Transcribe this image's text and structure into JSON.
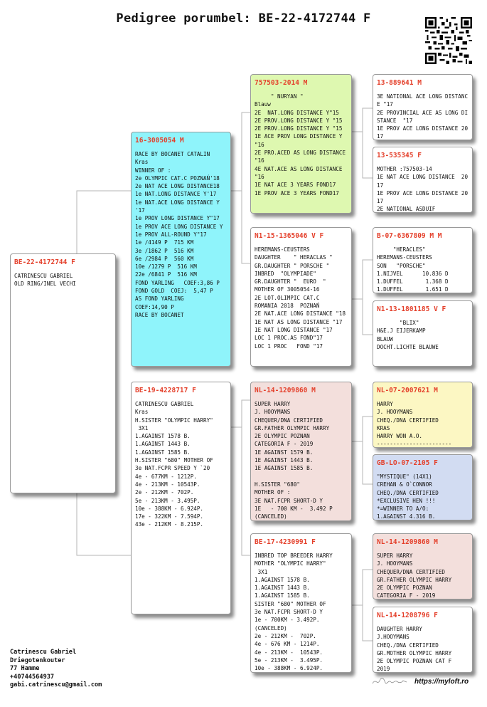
{
  "title": "Pedigree porumbel: BE-22-4172744 F",
  "cards": {
    "subject": {
      "code": "BE-22-4172744 F",
      "body": "CATRINESCU GABRIEL\nOLD RING/INEL VECHI"
    },
    "sire": {
      "code": "16-3005054 M",
      "body": "RACE BY BOCANET CATALIN\nKras\nWINNER OF :\n2e OLYMPIC CAT.C POZNAŃ'18\n2e NAT ACE LONG DISTANCE18\n1e NAT.LONG DISTANCE Y'17\n1e NAT.ACE LONG DISTANCE Y '17\n1e PROV LONG DISTANCE Y\"17\n1e PROV ACE LONG DISTANCE Y\n1e PROV ALL-ROUND Y\"17\n1e /4149 P  715 KM\n3e /1862 P  516 KM\n6e /2984 P  560 KM\n10e /1279 P  516 KM\n22e /6841 P  516 KM\nFOND YARLING   COEF:3,86 P\nFOND GOLD  COEJ:  5,47 P\nAS FOND YARLING\nCOEF:14,90 P\nRACE BY BOCANET"
    },
    "dam": {
      "code": "BE-19-4228717 F",
      "body": "CATRINESCU GABRIEL\nKras\nH.SISTER \"OLYMPIC HARRY\"\n 3X1\n1.AGAINST 1578 B.\n1.AGAINST 1443 B.\n1.AGAINST 1585 B.\nH.SISTER \"680\" MOTHER OF\n3e NAT.FCPR SPEED Y `20\n4e - 677KM - 1212P.\n4e - 213KM - 10543P.\n2e - 212KM - 702P.\n5e - 213KM - 3.495P.\n10e - 388KM - 6.924P.\n17e - 322KM - 7.594P.\n43e - 212KM - 8.215P."
    },
    "ss": {
      "code": "757503-2014 M",
      "body": "     \" NURYAN \"\nBlauw\n2E  NAT.LONG DISTANCE Y\"15\n2E PROV.LONG DISTANCE Y \"15\n2E PROV.LONG DISTANCE Y \"15\n1E ACE PROV LONG DISTANCE Y \"16\n2E PRO.ACED AS LONG DISTANCE \"16\n4E NAT.ACE AS LONG DISTANCE \"16\n1E NAT ACE 3 YEARS FOND17\n1E PROV ACE 3 YEARS FOND17"
    },
    "sd": {
      "code": "N1-15-1365046 V F",
      "body": "HEREMANS-CEUSTERS\nDAUGHTER    \" HERACLAS \"\nGR.DAUGHTER \" PORSCHE \"\nINBRED  \"OLYMPIADE\"\nGR.DAUGHTER \"  EURO  \"\nMOTHER OF 3005054-16\n2E LOT.OLIMPIC CAT.C\nROMANIA 2018  POZNAŃ\n2E NAT.ACE LONG DISTANCE \"18\n1E NAT AS LONG DISTANCE \"17\n1E NAT LONG DISTANCE \"17\nLOC 1 PROC.AS FOND\"17\nLOC 1 PROC   FOND \"17"
    },
    "ds": {
      "code": "NL-14-1209860 M",
      "body": "SUPER HARRY\nJ. HOOYMANS\nCHEQUER/DNA CERTIFIED\nGR.FATHER OLYMPIC HARRY\n2E OLYMPIC POZNAN\nCATEGORIA F - 2019\n1E AGAINST 1579 B.\n1E AGAINST 1443 B.\n1E AGAINST 1585 B.\n\nH.SISTER \"680\"\nMOTHER OF :\n3E NAT.FCPR SHORT-D Y\n1E   - 700 KM -  3.492 P\n(CANCELED)"
    },
    "dd": {
      "code": "BE-17-4230991 F",
      "body": "INBRED TOP BREEDER HARRY\nMOTHER \"OLYMPIC HARRY\"\n 3X1\n1.AGAINST 1578 B.\n1.AGAINST 1443 B.\n1.AGAINST 1585 B.\nSISTER \"680\" MOTHER OF\n3e NAT.FCPR SHORT-D Y\n1e - 700KM - 3.492P.\n(CANCELED)\n2e - 212KM -  702P.\n4e - 676 KM - 1214P.\n4e - 213KM -  10543P.\n5e - 213KM -  3.495P.\n10e - 388KM - 6.924P."
    },
    "sss": {
      "code": "13-889641 M",
      "body": "3E NATIONAL ACE LONG DISTANCE \"17\n2E PROVINCIAL ACE AS LONG DISTANCE  \"17\n1E PROV ACE LONG DISTANCE 2017"
    },
    "ssd": {
      "code": "13-535345 F",
      "body": "MOTHER :757503-14\n1E NAT ACE LONG DISTANCE  2017\n1E PROV ACE LONG DISTANCE 2017\n2E NATIONAL ASDUIF"
    },
    "sds": {
      "code": "B-07-6367809 M M",
      "body": "     \"HERACLES\"\nHEREMANS-CEUSTERS\nSON   \"PORSCHE\"\n1.NIJVEL      10.836 D\n1.DUFFEL       1.368 D\n1.DUFFEL       1.651 D"
    },
    "sdd": {
      "code": "N1-13-1801185 V F",
      "body": "       \"BLIX\"\nH&E.J EIJERKAMP\nBLAUW\nDOCHT.LICHTE BLAUWE"
    },
    "dss": {
      "code": "NL-07-2007621 M",
      "body": "HARRY\nJ. HOOYMANS\nCHEQ./DNA CERTIFIED\nKRAS\nHARRY WON A.O.\n-----------------------"
    },
    "dsd": {
      "code": "GB-LO-07-2105 F",
      "body": "\"MYSTIQUE\" (14X1)\nCREHAN & O`CONNOR\nCHEQ./DNA CERTIFIED\n*EXCLUSIVE HEN !!!\n*=WINNER TO A/O:\n1.AGAINST 4.316 B."
    },
    "dds": {
      "code": "NL-14-1209860 M",
      "body": "SUPER HARRY\nJ. HOOYMANS\nCHEQUER/DNA CERTIFIED\nGR.FATHER OLYMPIC HARRY\n2E OLYMPIC POZNAN\nCATEGORIA F - 2019"
    },
    "ddd": {
      "code": "NL-14-1208796 F",
      "body": "DAUGHTER HARRY\nJ.HOOYMANS\nCHEQ./DNA CERTIFIED\nGR.MOTHER OLYMPIC HARRY\n2E OLYMPIC POZNAN CAT F\n2019"
    }
  },
  "owner": {
    "name": "Catrinescu Gabriel",
    "street": "Driegotenkouter",
    "city": "77 Hamme",
    "phone": "+40744564937",
    "email": "gabi.catrinescu@gmail.com"
  },
  "website": "https://myloft.ro",
  "colors": {
    "code_red": "#e43f2a",
    "sire_cyan": "#8ff4fb",
    "ss_green": "#def8b0",
    "pink": "#f3dfdc",
    "yellow": "#fcf7c3",
    "blue": "#d2dcf2"
  }
}
